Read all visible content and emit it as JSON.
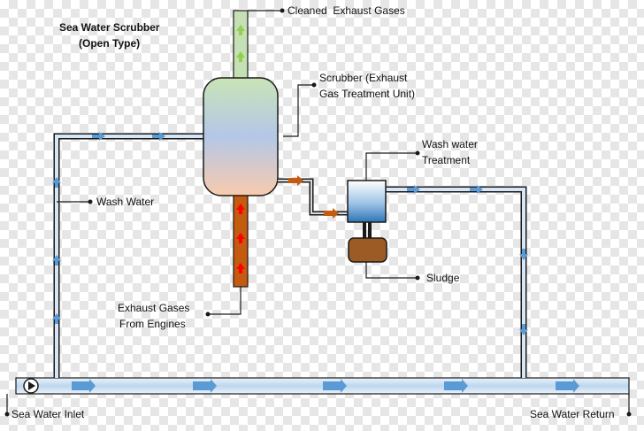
{
  "title": {
    "line1": "Sea Water Scrubber",
    "line2": "(Open Type)"
  },
  "labels": {
    "cleaned_gases": "Cleaned  Exhaust Gases",
    "scrubber_line1": "Scrubber (Exhaust",
    "scrubber_line2": "Gas Treatment Unit)",
    "wash_treatment_line1": "Wash water",
    "wash_treatment_line2": "Treatment",
    "wash_water": "Wash Water",
    "sludge": "Sludge",
    "exhaust_line1": "Exhaust Gases",
    "exhaust_line2": "From Engines",
    "sea_inlet": "Sea Water Inlet",
    "sea_return": "Sea Water Return"
  },
  "colors": {
    "pipe_outline": "#1a1a1a",
    "water_pipe": "#d6e6f6",
    "water_arrow": "#5b9bd5",
    "exhaust_pipe": "#c55a11",
    "exhaust_arrow": "#ff0000",
    "clean_pipe": "#c5e0b4",
    "clean_arrow": "#92d050",
    "scrubber_top": "#c9e4b7",
    "scrubber_mid": "#b4c7e7",
    "scrubber_bottom": "#f8cbad",
    "treatment_top": "#ffffff",
    "treatment_bottom": "#2e75b6",
    "sludge": "#9c5a24"
  }
}
